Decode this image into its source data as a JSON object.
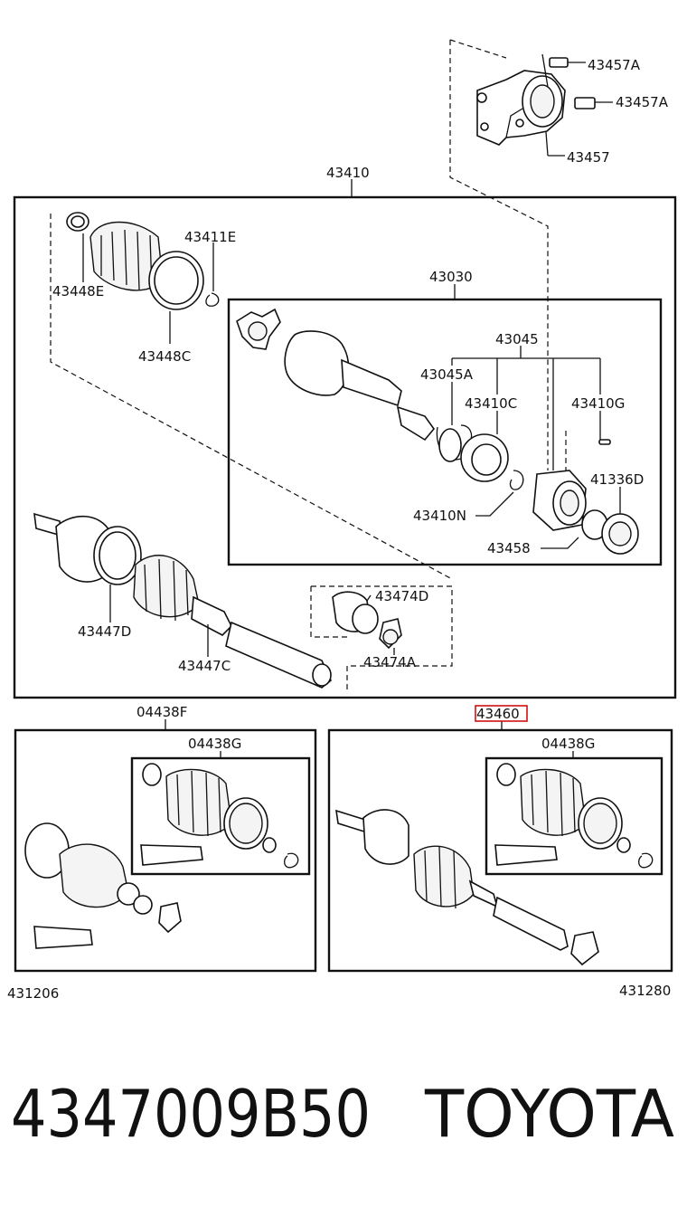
{
  "labels": {
    "l43457A_1": "43457A",
    "l43457A_2": "43457A",
    "l43457": "43457",
    "l43410": "43410",
    "l43411E": "43411E",
    "l43448E": "43448E",
    "l43448C": "43448C",
    "l43030": "43030",
    "l43045": "43045",
    "l43045A": "43045A",
    "l43410C": "43410C",
    "l43410G": "43410G",
    "l41336D": "41336D",
    "l43410N": "43410N",
    "l43458": "43458",
    "l43447D": "43447D",
    "l43474D": "43474D",
    "l43474A": "43474A",
    "l43447C": "43447C",
    "l04438F": "04438F",
    "l43460": "43460",
    "l04438G_left": "04438G",
    "l04438G_right": "04438G",
    "l431206": "431206",
    "l431280": "431280"
  },
  "footer": {
    "part_number": "4347009B50",
    "brand": "TOYOTA"
  },
  "colors": {
    "line": "#111111",
    "highlight": "#d01010",
    "background": "#ffffff"
  }
}
